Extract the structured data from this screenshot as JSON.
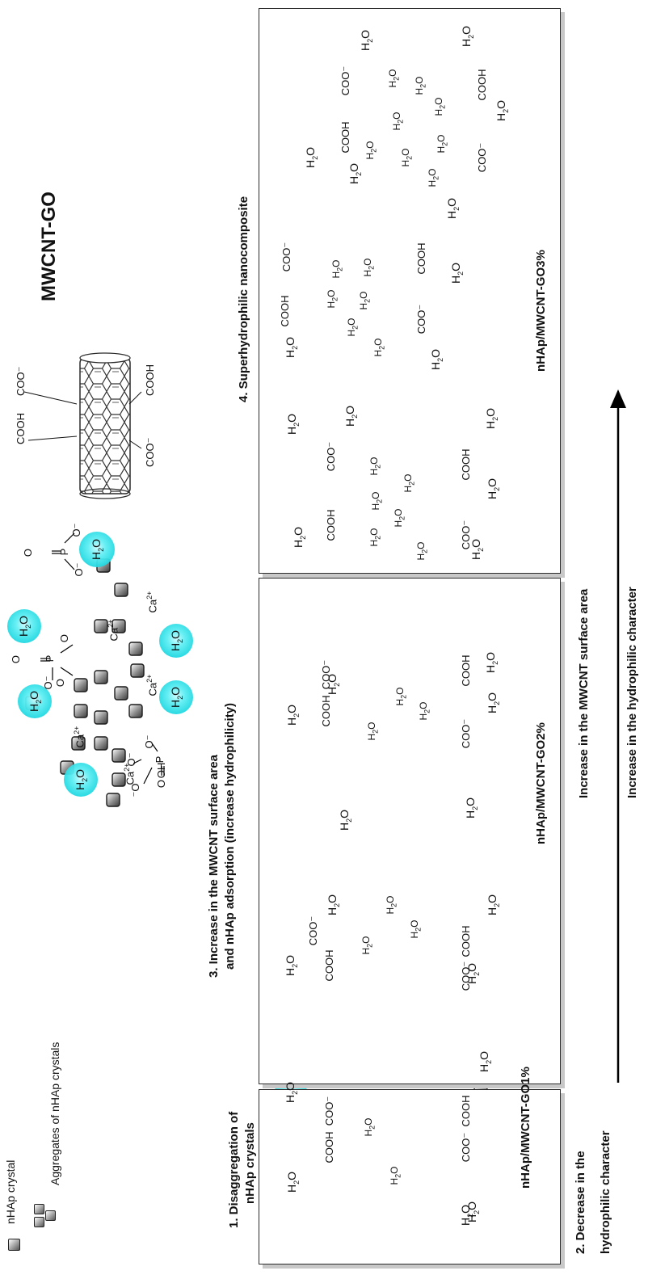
{
  "legend": {
    "crystal_label": "nHAp crystal",
    "aggregate_label": "Aggregates of nHAp crystals"
  },
  "top": {
    "title": "MWCNT-GO",
    "groups": [
      "COO⁻",
      "COOH",
      "COOH",
      "COO⁻"
    ]
  },
  "aggregate_ions": {
    "ca": "Ca",
    "ca_charge": "2+",
    "p": "P",
    "o": "O",
    "o_minus": "O⁻",
    "minus_o": "⁻O",
    "oh": "OH⁻"
  },
  "water": {
    "h": "H",
    "sub": "2",
    "o": "O"
  },
  "panels": {
    "p1": {
      "step": "1. Disaggregation of",
      "step2": "nHAp crystals",
      "sample": "nHAp/MWCNT-GO1%"
    },
    "p2": {
      "step": "3. Increase in the MWCNT surface area",
      "step2": "and nHAp adsorption (increase hydrophilicity)",
      "sample": "nHAp/MWCNT-GO2%"
    },
    "p3": {
      "step": "4. Superhydrophilic nanocomposite",
      "sample": "nHAp/MWCNT-GO3%"
    }
  },
  "bottom": {
    "decrease_1": "2. Decrease in the",
    "decrease_2": "hydrophilic character",
    "increase_area": "Increase in the MWCNT surface area",
    "increase_hydro": "Increase in the hydrophilic character"
  },
  "colors": {
    "water": "#22e3ec",
    "crystal": "#555555",
    "outline": "#2b2b2b"
  }
}
